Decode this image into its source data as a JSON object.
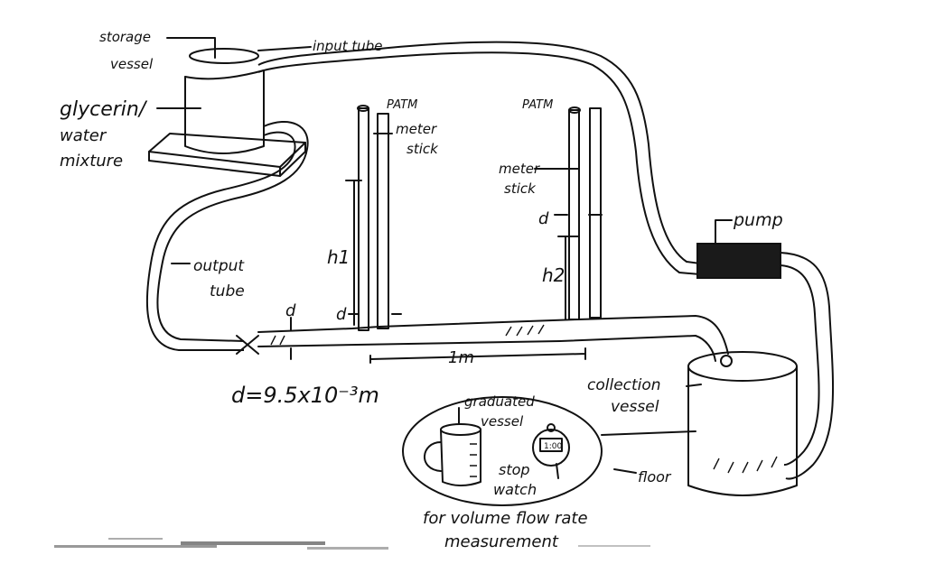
{
  "labels": {
    "storage_vessel": [
      "storage",
      "vessel"
    ],
    "input_tube": "input tube",
    "glycerin": [
      "glycerin/",
      "water",
      "mixture"
    ],
    "patm_left": "PATM",
    "patm_right": "PATM",
    "meter_stick_left": [
      "meter",
      "stick"
    ],
    "meter_stick_right": [
      "meter",
      "stick"
    ],
    "h1": "h1",
    "h2": "h2",
    "d_mid": "d",
    "d_pipe": "d",
    "d_right": "d",
    "output_tube": [
      "output",
      "tube"
    ],
    "one_meter": "1m",
    "diameter_formula": "d=9.5x10⁻³m",
    "pump": "pump",
    "collection_vessel": [
      "collection",
      "vessel"
    ],
    "graduated_vessel": [
      "graduated",
      "vessel"
    ],
    "stop_watch": [
      "stop",
      "watch"
    ],
    "stopwatch_display": "1:00",
    "floor": "floor",
    "caption": [
      "for volume flow rate",
      "measurement"
    ]
  },
  "colors": {
    "ink": "#111111",
    "pump_fill": "#1a1a1a",
    "paper": "#ffffff"
  }
}
